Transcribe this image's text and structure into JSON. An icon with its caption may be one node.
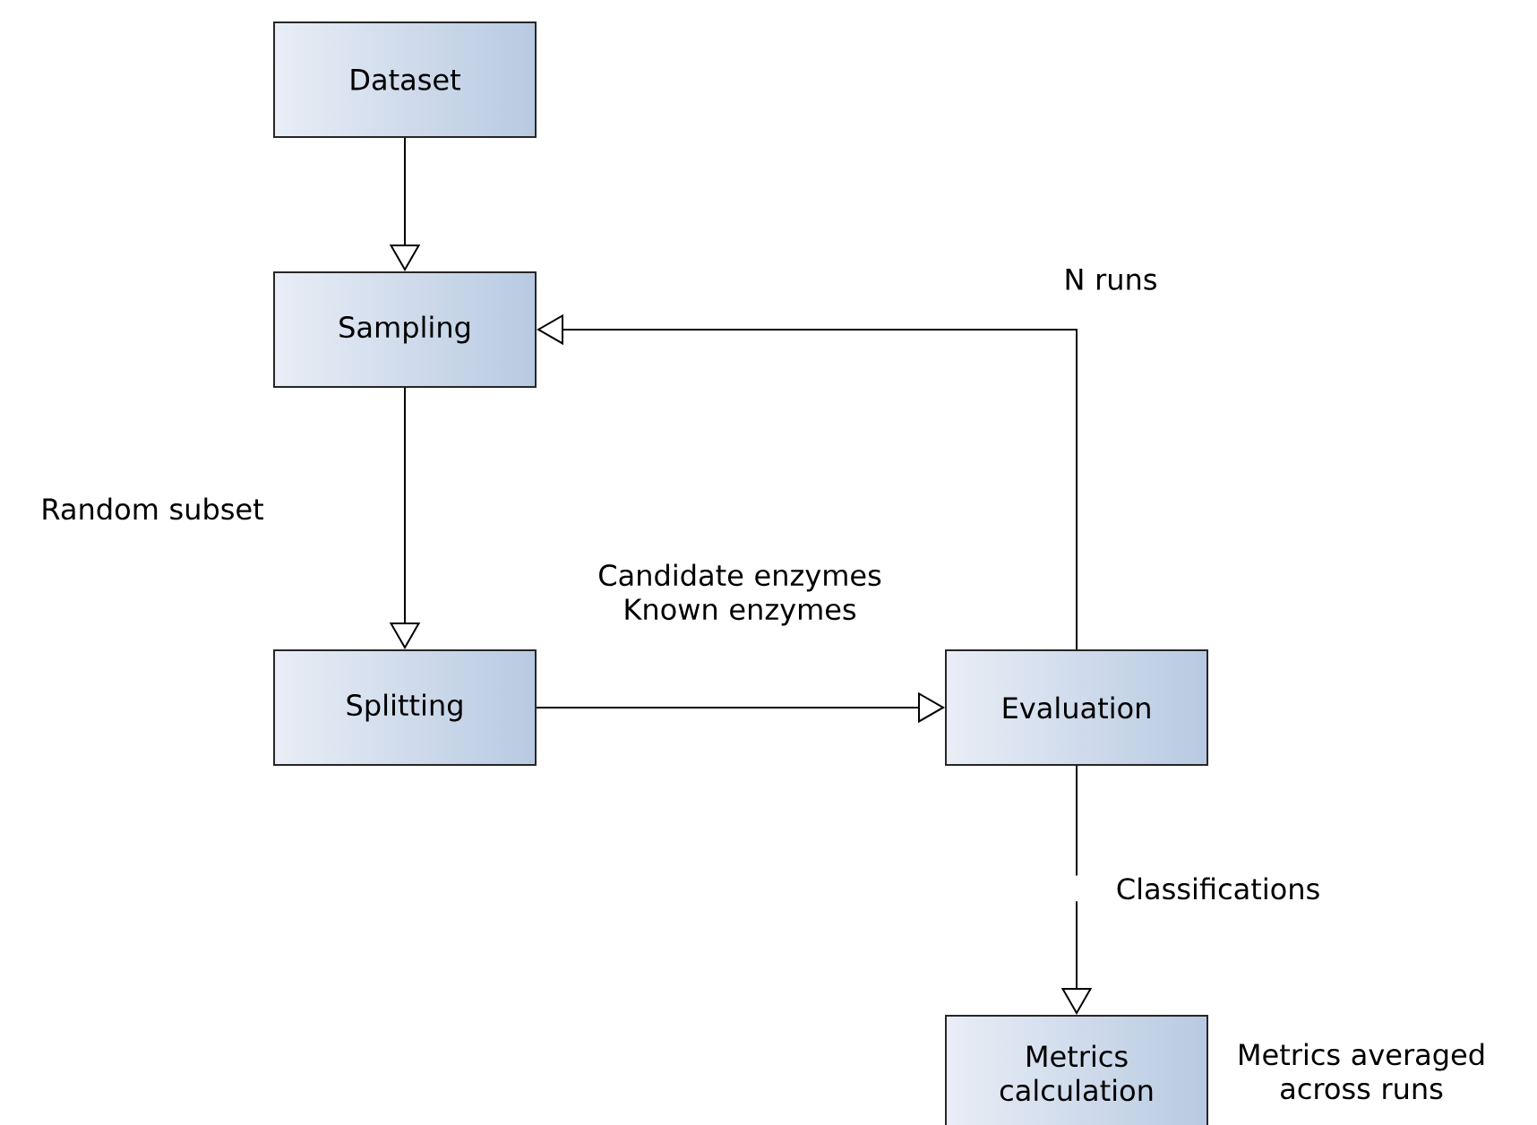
{
  "diagram": {
    "nodes": [
      {
        "text": [
          "Dataset"
        ]
      },
      {
        "text": [
          "Sampling"
        ]
      },
      {
        "text": [
          "Splitting"
        ]
      },
      {
        "text": [
          "Evaluation"
        ]
      },
      {
        "text": [
          "Metrics calculation"
        ],
        "beside": [
          "Metrics averaged across runs"
        ]
      }
    ],
    "edges": [
      {
        "from": 0,
        "to": 1,
        "arrow": "to"
      },
      {
        "from": 1,
        "to": 2,
        "arrow": "to",
        "label": "Random subset"
      },
      {
        "from": 2,
        "to": 3,
        "arrow": "to",
        "label": "Candidate enzymes Known enzymes"
      },
      {
        "from": 3,
        "to": 1,
        "arrow": "to",
        "label": "N runs"
      },
      {
        "from": 3,
        "to": 4,
        "arrow": "to",
        "label": "Classifications"
      }
    ]
  }
}
